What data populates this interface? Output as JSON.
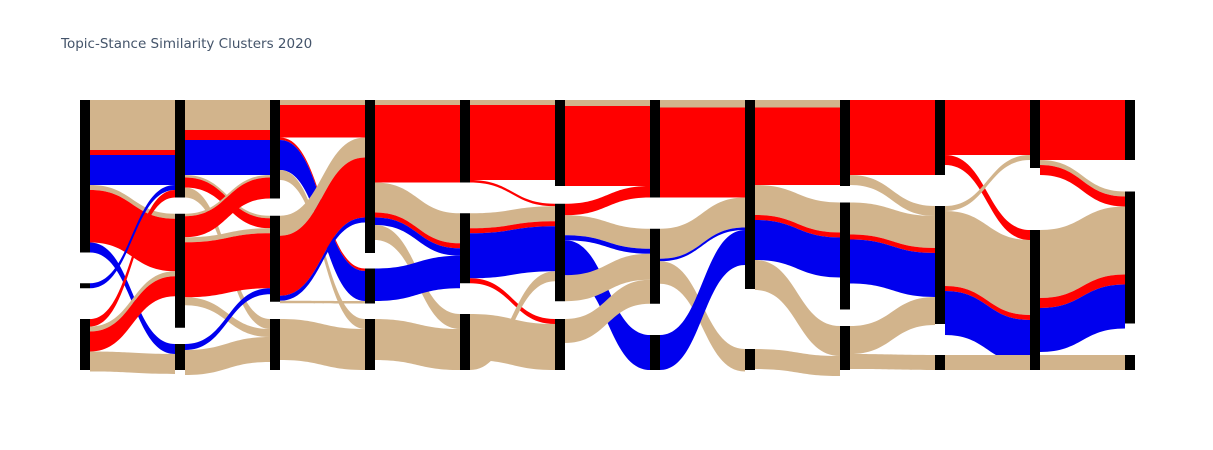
{
  "chart_data": {
    "type": "sankey",
    "title": "Topic-Stance Similarity Clusters 2020",
    "colors": {
      "tan": "#d2b48c",
      "red": "#ff0000",
      "blue": "#0000ee",
      "node": "#000000"
    },
    "columns": 12,
    "total": 540,
    "nodes": [
      {
        "id": "c0a",
        "col": 0,
        "value": 305
      },
      {
        "id": "c0b",
        "col": 0,
        "value": 10
      },
      {
        "id": "c0c",
        "col": 0,
        "value": 102
      },
      {
        "id": "c1a",
        "col": 1,
        "value": 195
      },
      {
        "id": "c1b",
        "col": 1,
        "value": 228
      },
      {
        "id": "c1c",
        "col": 1,
        "value": 52
      },
      {
        "id": "c2a",
        "col": 2,
        "value": 197
      },
      {
        "id": "c2b",
        "col": 2,
        "value": 172
      },
      {
        "id": "c2c",
        "col": 2,
        "value": 102
      },
      {
        "id": "c3a",
        "col": 3,
        "value": 306
      },
      {
        "id": "c3b",
        "col": 3,
        "value": 70
      },
      {
        "id": "c3c",
        "col": 3,
        "value": 102
      },
      {
        "id": "c4a",
        "col": 4,
        "value": 165
      },
      {
        "id": "c4b",
        "col": 4,
        "value": 140
      },
      {
        "id": "c4c",
        "col": 4,
        "value": 112
      },
      {
        "id": "c5a",
        "col": 5,
        "value": 172
      },
      {
        "id": "c5b",
        "col": 5,
        "value": 195
      },
      {
        "id": "c5c",
        "col": 5,
        "value": 102
      },
      {
        "id": "c6a",
        "col": 6,
        "value": 195
      },
      {
        "id": "c6b",
        "col": 6,
        "value": 150
      },
      {
        "id": "c6c",
        "col": 6,
        "value": 70
      },
      {
        "id": "c7a",
        "col": 7,
        "value": 378
      },
      {
        "id": "c7b",
        "col": 7,
        "value": 42
      },
      {
        "id": "c8a",
        "col": 8,
        "value": 172
      },
      {
        "id": "c8b",
        "col": 8,
        "value": 214
      },
      {
        "id": "c8c",
        "col": 8,
        "value": 88
      },
      {
        "id": "c9a",
        "col": 9,
        "value": 150
      },
      {
        "id": "c9b",
        "col": 9,
        "value": 236
      },
      {
        "id": "c9c",
        "col": 9,
        "value": 30
      },
      {
        "id": "c10a",
        "col": 10,
        "value": 136
      },
      {
        "id": "c10b",
        "col": 10,
        "value": 280
      },
      {
        "id": "c11a",
        "col": 11,
        "value": 120
      },
      {
        "id": "c11b",
        "col": 11,
        "value": 264
      },
      {
        "id": "c11c",
        "col": 11,
        "value": 30
      }
    ],
    "links": [
      {
        "source": "c0a",
        "target": "c1a",
        "value": 100,
        "color": "tan"
      },
      {
        "source": "c0a",
        "target": "c1a",
        "value": 10,
        "color": "red"
      },
      {
        "source": "c0a",
        "target": "c1a",
        "value": 60,
        "color": "blue"
      },
      {
        "source": "c0a",
        "target": "c1b",
        "value": 10,
        "color": "tan"
      },
      {
        "source": "c0a",
        "target": "c1b",
        "value": 105,
        "color": "red"
      },
      {
        "source": "c0a",
        "target": "c1c",
        "value": 20,
        "color": "blue"
      },
      {
        "source": "c0b",
        "target": "c1a",
        "value": 10,
        "color": "blue"
      },
      {
        "source": "c0c",
        "target": "c1a",
        "value": 15,
        "color": "red"
      },
      {
        "source": "c0c",
        "target": "c1b",
        "value": 10,
        "color": "tan"
      },
      {
        "source": "c0c",
        "target": "c1b",
        "value": 40,
        "color": "red"
      },
      {
        "source": "c0c",
        "target": "c1c",
        "value": 40,
        "color": "tan"
      },
      {
        "source": "c1a",
        "target": "c2a",
        "value": 60,
        "color": "tan"
      },
      {
        "source": "c1a",
        "target": "c2a",
        "value": 20,
        "color": "red"
      },
      {
        "source": "c1a",
        "target": "c2a",
        "value": 70,
        "color": "blue"
      },
      {
        "source": "c1a",
        "target": "c2b",
        "value": 5,
        "color": "tan"
      },
      {
        "source": "c1a",
        "target": "c2b",
        "value": 20,
        "color": "red"
      },
      {
        "source": "c1a",
        "target": "c2c",
        "value": 20,
        "color": "tan"
      },
      {
        "source": "c1b",
        "target": "c2a",
        "value": 5,
        "color": "tan"
      },
      {
        "source": "c1b",
        "target": "c2a",
        "value": 42,
        "color": "red"
      },
      {
        "source": "c1b",
        "target": "c2b",
        "value": 10,
        "color": "tan"
      },
      {
        "source": "c1b",
        "target": "c2b",
        "value": 110,
        "color": "red"
      },
      {
        "source": "c1b",
        "target": "c2c",
        "value": 16,
        "color": "tan"
      },
      {
        "source": "c1c",
        "target": "c2b",
        "value": 12,
        "color": "blue"
      },
      {
        "source": "c1c",
        "target": "c2c",
        "value": 50,
        "color": "tan"
      },
      {
        "source": "c2a",
        "target": "c3a",
        "value": 10,
        "color": "tan"
      },
      {
        "source": "c2a",
        "target": "c3a",
        "value": 65,
        "color": "red"
      },
      {
        "source": "c2a",
        "target": "c3b",
        "value": 5,
        "color": "red"
      },
      {
        "source": "c2a",
        "target": "c3b",
        "value": 60,
        "color": "blue"
      },
      {
        "source": "c2a",
        "target": "c3c",
        "value": 20,
        "color": "tan"
      },
      {
        "source": "c2b",
        "target": "c3a",
        "value": 40,
        "color": "tan"
      },
      {
        "source": "c2b",
        "target": "c3a",
        "value": 120,
        "color": "red"
      },
      {
        "source": "c2b",
        "target": "c3a",
        "value": 10,
        "color": "blue"
      },
      {
        "source": "c2b",
        "target": "c3b",
        "value": 5,
        "color": "tan"
      },
      {
        "source": "c2c",
        "target": "c3c",
        "value": 82,
        "color": "tan"
      },
      {
        "source": "c3a",
        "target": "c4a",
        "value": 10,
        "color": "tan"
      },
      {
        "source": "c3a",
        "target": "c4a",
        "value": 155,
        "color": "red"
      },
      {
        "source": "c3a",
        "target": "c4b",
        "value": 60,
        "color": "tan"
      },
      {
        "source": "c3a",
        "target": "c4b",
        "value": 10,
        "color": "red"
      },
      {
        "source": "c3a",
        "target": "c4b",
        "value": 15,
        "color": "blue"
      },
      {
        "source": "c3a",
        "target": "c4c",
        "value": 30,
        "color": "tan"
      },
      {
        "source": "c3b",
        "target": "c4b",
        "value": 65,
        "color": "blue"
      },
      {
        "source": "c3c",
        "target": "c4c",
        "value": 82,
        "color": "tan"
      },
      {
        "source": "c4a",
        "target": "c5a",
        "value": 10,
        "color": "tan"
      },
      {
        "source": "c4a",
        "target": "c5a",
        "value": 150,
        "color": "red"
      },
      {
        "source": "c4a",
        "target": "c5b",
        "value": 5,
        "color": "red"
      },
      {
        "source": "c4b",
        "target": "c5b",
        "value": 30,
        "color": "tan"
      },
      {
        "source": "c4b",
        "target": "c5b",
        "value": 10,
        "color": "red"
      },
      {
        "source": "c4b",
        "target": "c5b",
        "value": 90,
        "color": "blue"
      },
      {
        "source": "c4b",
        "target": "c5c",
        "value": 10,
        "color": "red"
      },
      {
        "source": "c4c",
        "target": "c5c",
        "value": 92,
        "color": "tan"
      },
      {
        "source": "c4c",
        "target": "c5b",
        "value": 20,
        "color": "tan"
      },
      {
        "source": "c5a",
        "target": "c6a",
        "value": 12,
        "color": "tan"
      },
      {
        "source": "c5a",
        "target": "c6a",
        "value": 160,
        "color": "red"
      },
      {
        "source": "c5b",
        "target": "c6a",
        "value": 23,
        "color": "red"
      },
      {
        "source": "c5b",
        "target": "c6b",
        "value": 40,
        "color": "tan"
      },
      {
        "source": "c5b",
        "target": "c6b",
        "value": 10,
        "color": "blue"
      },
      {
        "source": "c5b",
        "target": "c6c",
        "value": 70,
        "color": "blue"
      },
      {
        "source": "c5b",
        "target": "c6b",
        "value": 52,
        "color": "tan"
      },
      {
        "source": "c5c",
        "target": "c6b",
        "value": 48,
        "color": "tan"
      },
      {
        "source": "c6a",
        "target": "c7a",
        "value": 15,
        "color": "tan"
      },
      {
        "source": "c6a",
        "target": "c7a",
        "value": 180,
        "color": "red"
      },
      {
        "source": "c6b",
        "target": "c7a",
        "value": 60,
        "color": "tan"
      },
      {
        "source": "c6b",
        "target": "c7a",
        "value": 5,
        "color": "blue"
      },
      {
        "source": "c6b",
        "target": "c7b",
        "value": 45,
        "color": "tan"
      },
      {
        "source": "c6c",
        "target": "c7a",
        "value": 70,
        "color": "blue"
      },
      {
        "source": "c7a",
        "target": "c8a",
        "value": 15,
        "color": "tan"
      },
      {
        "source": "c7a",
        "target": "c8a",
        "value": 155,
        "color": "red"
      },
      {
        "source": "c7a",
        "target": "c8b",
        "value": 60,
        "color": "tan"
      },
      {
        "source": "c7a",
        "target": "c8b",
        "value": 10,
        "color": "red"
      },
      {
        "source": "c7a",
        "target": "c8b",
        "value": 80,
        "color": "blue"
      },
      {
        "source": "c7a",
        "target": "c8c",
        "value": 60,
        "color": "tan"
      },
      {
        "source": "c7b",
        "target": "c8c",
        "value": 40,
        "color": "tan"
      },
      {
        "source": "c8a",
        "target": "c9a",
        "value": 150,
        "color": "red"
      },
      {
        "source": "c8a",
        "target": "c9b",
        "value": 20,
        "color": "tan"
      },
      {
        "source": "c8b",
        "target": "c9b",
        "value": 64,
        "color": "tan"
      },
      {
        "source": "c8b",
        "target": "c9b",
        "value": 10,
        "color": "red"
      },
      {
        "source": "c8b",
        "target": "c9b",
        "value": 88,
        "color": "blue"
      },
      {
        "source": "c8c",
        "target": "c9b",
        "value": 56,
        "color": "tan"
      },
      {
        "source": "c8c",
        "target": "c9c",
        "value": 30,
        "color": "tan"
      },
      {
        "source": "c9a",
        "target": "c10a",
        "value": 110,
        "color": "red"
      },
      {
        "source": "c9a",
        "target": "c10b",
        "value": 20,
        "color": "red"
      },
      {
        "source": "c9b",
        "target": "c10a",
        "value": 10,
        "color": "tan"
      },
      {
        "source": "c9b",
        "target": "c10b",
        "value": 150,
        "color": "tan"
      },
      {
        "source": "c9b",
        "target": "c10b",
        "value": 10,
        "color": "red"
      },
      {
        "source": "c9b",
        "target": "c10b",
        "value": 88,
        "color": "blue"
      },
      {
        "source": "c9c",
        "target": "c11c",
        "value": 30,
        "color": "tan"
      },
      {
        "source": "c10a",
        "target": "c11a",
        "value": 120,
        "color": "red"
      },
      {
        "source": "c10a",
        "target": "c11b",
        "value": 10,
        "color": "tan"
      },
      {
        "source": "c10a",
        "target": "c11b",
        "value": 20,
        "color": "red"
      },
      {
        "source": "c10b",
        "target": "c11b",
        "value": 136,
        "color": "tan"
      },
      {
        "source": "c10b",
        "target": "c11b",
        "value": 20,
        "color": "red"
      },
      {
        "source": "c10b",
        "target": "c11b",
        "value": 88,
        "color": "blue"
      }
    ]
  }
}
